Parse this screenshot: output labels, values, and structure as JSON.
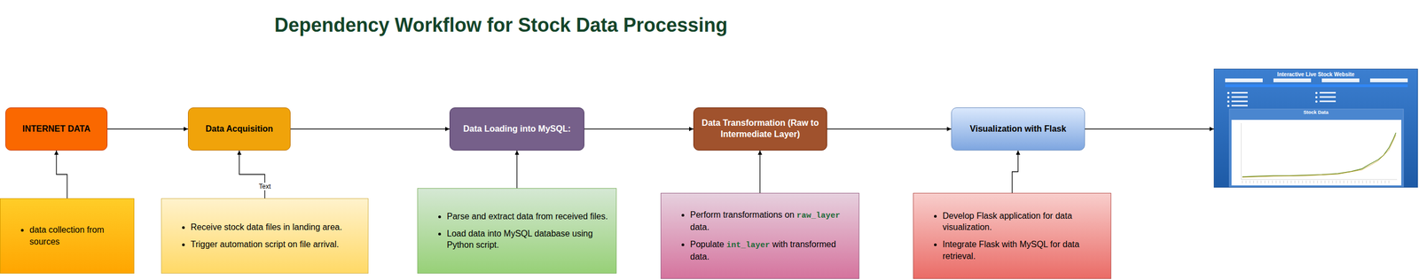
{
  "diagram": {
    "title": "Dependency Workflow for Stock Data Processing",
    "nodes": [
      {
        "text": [
          "INTERNET DATA"
        ]
      },
      {
        "text": [
          "Data Acquisition"
        ]
      },
      {
        "text": [
          "Data Loading into MySQL:"
        ]
      },
      {
        "text": [
          "Data Transformation (Raw to Intermediate Layer)"
        ]
      },
      {
        "text": [
          "Visualization with Flask"
        ]
      },
      {
        "text": [
          "Interactive Live Stock Website",
          "Stock Data"
        ]
      },
      {
        "text": [
          "data collection from sources"
        ]
      },
      {
        "text": [
          "Receive stock data files in landing area.",
          "Trigger automation script on file arrival."
        ]
      },
      {
        "text": [
          "Parse and extract data from received files.",
          "Load data into MySQL database using Python script."
        ]
      },
      {
        "text": [
          "Perform transformations on raw_layer data.",
          "Populate int_layer with transformed data."
        ]
      },
      {
        "text": [
          "Develop Flask application for data visualization.",
          "Integrate Flask with MySQL for data retrieval."
        ]
      }
    ],
    "edges": [
      {
        "from": 0,
        "to": 1,
        "arrow": "to"
      },
      {
        "from": 1,
        "to": 2,
        "arrow": "to"
      },
      {
        "from": 2,
        "to": 3,
        "arrow": "to"
      },
      {
        "from": 3,
        "to": 4,
        "arrow": "to"
      },
      {
        "from": 4,
        "to": 5,
        "arrow": "to"
      },
      {
        "from": 6,
        "to": 0,
        "arrow": "to"
      },
      {
        "from": 7,
        "to": 1,
        "label": "Text",
        "arrow": "to"
      },
      {
        "from": 8,
        "to": 2,
        "arrow": "to"
      },
      {
        "from": 9,
        "to": 3,
        "arrow": "to"
      },
      {
        "from": 10,
        "to": 4,
        "arrow": "to"
      }
    ]
  }
}
